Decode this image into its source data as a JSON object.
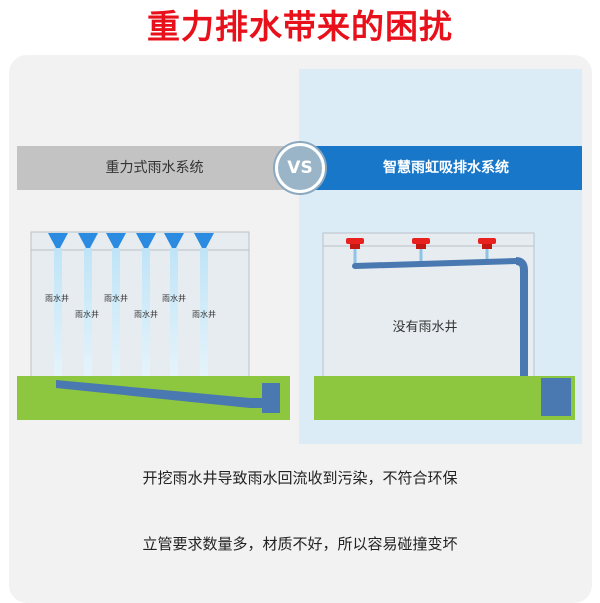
{
  "title": "重力排水带来的困扰",
  "left_system": {
    "label": "重力式雨水系统",
    "well_labels": [
      "雨水井",
      "雨水井",
      "雨水井",
      "雨水井",
      "雨水井",
      "雨水井"
    ]
  },
  "vs_label": "VS",
  "right_system": {
    "label": "智慧雨虹吸排水系统",
    "note": "没有雨水井"
  },
  "notes": [
    "开挖雨水井导致雨水回流收到污染，不符合环保",
    "立管要求数量多，材质不好，所以容易碰撞变坏"
  ],
  "colors": {
    "title": "#e8101a",
    "accent_blue": "#1877c9",
    "ground_green": "#8dc63f",
    "pipe_blue": "#4a78b0"
  }
}
